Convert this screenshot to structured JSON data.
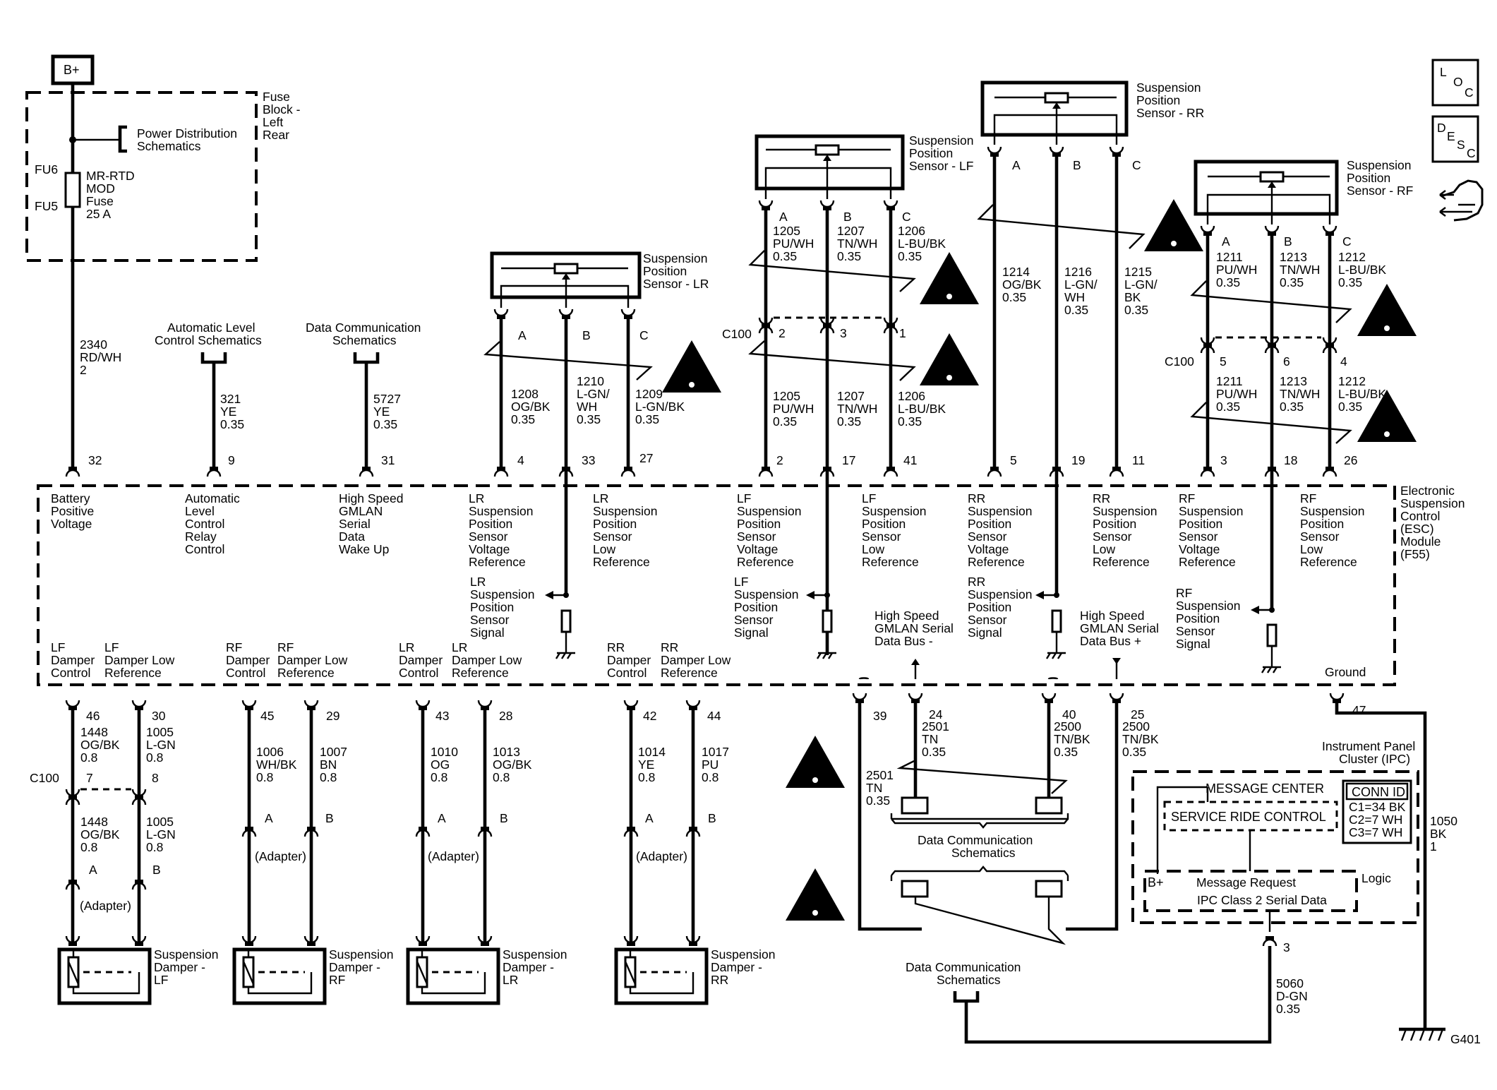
{
  "power": {
    "bplus": "B+",
    "fuse_block": [
      "Fuse",
      "Block -",
      "Left",
      "Rear"
    ],
    "power_dist": [
      "Power Distribution",
      "Schematics"
    ],
    "fu6": "FU6",
    "fu5": "FU5",
    "fuse_label": [
      "MR-RTD",
      "MOD",
      "Fuse",
      "25 A"
    ],
    "wire": [
      "2340",
      "RD/WH",
      "2"
    ],
    "pin": "32"
  },
  "auto_level": {
    "title": [
      "Automatic Level",
      "Control Schematics"
    ],
    "wire": [
      "321",
      "YE",
      "0.35"
    ],
    "pin": "9"
  },
  "data_comm_top": {
    "title": [
      "Data Communication",
      "Schematics"
    ],
    "wire": [
      "5727",
      "YE",
      "0.35"
    ],
    "pin": "31"
  },
  "sensor_lr": {
    "title": [
      "Suspension",
      "Position",
      "Sensor - LR"
    ],
    "pins": [
      "A",
      "B",
      "C"
    ],
    "wire_a": [
      "1208",
      "OG/BK",
      "0.35"
    ],
    "wire_b": [
      "1210",
      "L-GN/",
      "WH",
      "0.35"
    ],
    "wire_c": [
      "1209",
      "L-GN/BK",
      "0.35"
    ],
    "ecm_pins": [
      "4",
      "33",
      "27"
    ]
  },
  "sensor_lf": {
    "title": [
      "Suspension",
      "Position",
      "Sensor - LF"
    ],
    "pins": [
      "A",
      "B",
      "C"
    ],
    "upper": [
      [
        "1205",
        "PU/WH",
        "0.35"
      ],
      [
        "1207",
        "TN/WH",
        "0.35"
      ],
      [
        "1206",
        "L-BU/BK",
        "0.35"
      ]
    ],
    "c100": "C100",
    "c100_pins": [
      "2",
      "3",
      "1"
    ],
    "lower": [
      [
        "1205",
        "PU/WH",
        "0.35"
      ],
      [
        "1207",
        "TN/WH",
        "0.35"
      ],
      [
        "1206",
        "L-BU/BK",
        "0.35"
      ]
    ],
    "ecm_pins": [
      "2",
      "17",
      "41"
    ]
  },
  "sensor_rr": {
    "title": [
      "Suspension",
      "Position",
      "Sensor - RR"
    ],
    "pins": [
      "A",
      "B",
      "C"
    ],
    "wires": [
      [
        "1214",
        "OG/BK",
        "0.35"
      ],
      [
        "1216",
        "L-GN/",
        "WH",
        "0.35"
      ],
      [
        "1215",
        "L-GN/",
        "BK",
        "0.35"
      ]
    ],
    "ecm_pins": [
      "5",
      "19",
      "11"
    ]
  },
  "sensor_rf": {
    "title": [
      "Suspension",
      "Position",
      "Sensor - RF"
    ],
    "pins": [
      "A",
      "B",
      "C"
    ],
    "upper": [
      [
        "1211",
        "PU/WH",
        "0.35"
      ],
      [
        "1213",
        "TN/WH",
        "0.35"
      ],
      [
        "1212",
        "L-BU/BK",
        "0.35"
      ]
    ],
    "c100": "C100",
    "c100_pins": [
      "5",
      "6",
      "4"
    ],
    "lower": [
      [
        "1211",
        "PU/WH",
        "0.35"
      ],
      [
        "1213",
        "TN/WH",
        "0.35"
      ],
      [
        "1212",
        "L-BU/BK",
        "0.35"
      ]
    ],
    "ecm_pins": [
      "3",
      "18",
      "26"
    ]
  },
  "module": {
    "name": [
      "Electronic",
      "Suspension",
      "Control",
      "(ESC)",
      "Module",
      "(F55)"
    ],
    "battery": [
      "Battery",
      "Positive",
      "Voltage"
    ],
    "relay": [
      "Automatic",
      "Level",
      "Control",
      "Relay",
      "Control"
    ],
    "wakeup": [
      "High Speed",
      "GMLAN",
      "Serial",
      "Data",
      "Wake Up"
    ],
    "lr_vref": [
      "LR",
      "Suspension",
      "Position",
      "Sensor",
      "Voltage",
      "Reference"
    ],
    "lr_low": [
      "LR",
      "Suspension",
      "Position",
      "Sensor",
      "Low",
      "Reference"
    ],
    "lr_sig": [
      "LR",
      "Suspension",
      "Position",
      "Sensor",
      "Signal"
    ],
    "lf_vref": [
      "LF",
      "Suspension",
      "Position",
      "Sensor",
      "Voltage",
      "Reference"
    ],
    "lf_low": [
      "LF",
      "Suspension",
      "Position",
      "Sensor",
      "Low",
      "Reference"
    ],
    "lf_sig": [
      "LF",
      "Suspension",
      "Position",
      "Sensor",
      "Signal"
    ],
    "rr_vref": [
      "RR",
      "Suspension",
      "Position",
      "Sensor",
      "Voltage",
      "Reference"
    ],
    "rr_low": [
      "RR",
      "Suspension",
      "Position",
      "Sensor",
      "Low",
      "Reference"
    ],
    "rr_sig": [
      "RR",
      "Suspension",
      "Position",
      "Sensor",
      "Signal"
    ],
    "rf_vref": [
      "RF",
      "Suspension",
      "Position",
      "Sensor",
      "Voltage",
      "Reference"
    ],
    "rf_low": [
      "RF",
      "Suspension",
      "Position",
      "Sensor",
      "Low",
      "Reference"
    ],
    "rf_sig": [
      "RF",
      "Suspension",
      "Position",
      "Sensor",
      "Signal"
    ],
    "gmlan_minus": [
      "High Speed",
      "GMLAN Serial",
      "Data Bus -"
    ],
    "gmlan_plus": [
      "High Speed",
      "GMLAN Serial",
      "Data Bus +"
    ],
    "lf_damper": [
      "LF",
      "Damper",
      "Control"
    ],
    "lf_damper_low": [
      "LF",
      "Damper Low",
      "Reference"
    ],
    "rf_damper": [
      "RF",
      "Damper",
      "Control"
    ],
    "rf_damper_low": [
      "RF",
      "Damper Low",
      "Reference"
    ],
    "lr_damper": [
      "LR",
      "Damper",
      "Control"
    ],
    "lr_damper_low": [
      "LR",
      "Damper Low",
      "Reference"
    ],
    "rr_damper": [
      "RR",
      "Damper",
      "Control"
    ],
    "rr_damper_low": [
      "RR",
      "Damper Low",
      "Reference"
    ],
    "ground": "Ground"
  },
  "damper_lf": {
    "pins": [
      "46",
      "30"
    ],
    "upper": [
      [
        "1448",
        "OG/BK",
        "0.8"
      ],
      [
        "1005",
        "L-GN",
        "0.8"
      ]
    ],
    "c100": "C100",
    "c100_pins": [
      "7",
      "8"
    ],
    "lower": [
      [
        "1448",
        "OG/BK",
        "0.8"
      ],
      [
        "1005",
        "L-GN",
        "0.8"
      ]
    ],
    "conn": [
      "A",
      "B"
    ],
    "adapter": "(Adapter)",
    "title": [
      "Suspension",
      "Damper -",
      "LF"
    ]
  },
  "damper_rf": {
    "pins": [
      "45",
      "29"
    ],
    "wires": [
      [
        "1006",
        "WH/BK",
        "0.8"
      ],
      [
        "1007",
        "BN",
        "0.8"
      ]
    ],
    "conn": [
      "A",
      "B"
    ],
    "adapter": "(Adapter)",
    "title": [
      "Suspension",
      "Damper -",
      "RF"
    ]
  },
  "damper_lr": {
    "pins": [
      "43",
      "28"
    ],
    "wires": [
      [
        "1010",
        "OG",
        "0.8"
      ],
      [
        "1013",
        "OG/BK",
        "0.8"
      ]
    ],
    "conn": [
      "A",
      "B"
    ],
    "adapter": "(Adapter)",
    "title": [
      "Suspension",
      "Damper -",
      "LR"
    ]
  },
  "damper_rr": {
    "pins": [
      "42",
      "44"
    ],
    "wires": [
      [
        "1014",
        "YE",
        "0.8"
      ],
      [
        "1017",
        "PU",
        "0.8"
      ]
    ],
    "conn": [
      "A",
      "B"
    ],
    "adapter": "(Adapter)",
    "title": [
      "Suspension",
      "Damper -",
      "RR"
    ]
  },
  "gmlan": {
    "pins": [
      "39",
      "24",
      "40",
      "25"
    ],
    "w24": [
      "2501",
      "TN",
      "0.35"
    ],
    "w40": [
      "2500",
      "TN/BK",
      "0.35"
    ],
    "w25": [
      "2500",
      "TN/BK",
      "0.35"
    ],
    "w39": [
      "2501",
      "TN",
      "0.35"
    ],
    "dc_mid": [
      "Data Communication",
      "Schematics"
    ],
    "dc_bottom": [
      "Data Communication",
      "Schematics"
    ]
  },
  "ipc": {
    "title": [
      "Instrument Panel",
      "Cluster (IPC)"
    ],
    "message_center": "MESSAGE CENTER",
    "service": "SERVICE RIDE CONTROL",
    "conn_id": "CONN ID",
    "conn": [
      "C1=34 BK",
      "C2=7 WH",
      "C3=7 WH"
    ],
    "bplus": "B+",
    "msg_request": "Message Request",
    "logic": "Logic",
    "class2": "IPC Class 2 Serial Data",
    "pin": "3",
    "wire": [
      "5060",
      "D-GN",
      "0.35"
    ]
  },
  "ground": {
    "pin": "47",
    "wire": [
      "1050",
      "BK",
      "1"
    ],
    "name": "G401"
  },
  "icons": {
    "loc": [
      "L",
      "O",
      "C"
    ],
    "desc": [
      "D",
      "E",
      "S",
      "C"
    ],
    "nav": "hand-cursor-icon"
  }
}
